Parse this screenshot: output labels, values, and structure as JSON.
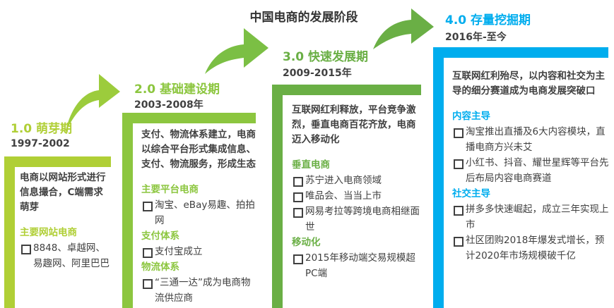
{
  "title": "中国电商的发展阶段",
  "colors": {
    "stage1": "#b0cf36",
    "stage2": "#8cc63f",
    "stage3": "#6aaf45",
    "stage4": "#00adee"
  },
  "stages": [
    {
      "label": "1.0 萌芽期",
      "years": "1997-2002",
      "summary": "电商以网站形式进行信息撮合，C端需求萌芽",
      "sections": [
        {
          "heading": "主要网站电商",
          "items": [
            "8848、卓越网、易趣网、阿里巴巴"
          ]
        }
      ]
    },
    {
      "label": "2.0 基础建设期",
      "years": "2003-2008年",
      "summary": "支付、物流体系建立，电商以综合平台形式集成信息、支付、物流服务，形成生态",
      "sections": [
        {
          "heading": "主要平台电商",
          "items": [
            "淘宝、eBay易趣、拍拍网"
          ]
        },
        {
          "heading": "支付体系",
          "items": [
            "支付宝成立"
          ]
        },
        {
          "heading": "物流体系",
          "items": [
            "“三通一达”成为电商物流供应商"
          ]
        }
      ]
    },
    {
      "label": "3.0 快速发展期",
      "years": "2009-2015年",
      "summary": "互联网红利释放，平台竞争激烈，垂直电商百花齐放，电商迈入移动化",
      "sections": [
        {
          "heading": "垂直电商",
          "items": [
            "苏宁进入电商领域",
            "唯品会、当当上市",
            "网易考拉等跨境电商相继面世"
          ]
        },
        {
          "heading": "移动化",
          "items": [
            "2015年移动端交易规模超PC端"
          ]
        }
      ]
    },
    {
      "label": "4.0 存量挖掘期",
      "years": "2016年-至今",
      "summary": "互联网红利殆尽，以内容和社交为主导的细分赛道成为电商发展突破口",
      "sections": [
        {
          "heading": "内容主导",
          "items": [
            "淘宝推出直播及6大内容模块，直播电商方兴未艾",
            "小红书、抖音、耀世星辉等平台先后布局内容电商赛道"
          ]
        },
        {
          "heading": "社交主导",
          "items": [
            "拼多多快速崛起，成立三年实现上市",
            "社区团购2018年爆发式增长，预计2020年市场规模破千亿"
          ]
        }
      ]
    }
  ]
}
